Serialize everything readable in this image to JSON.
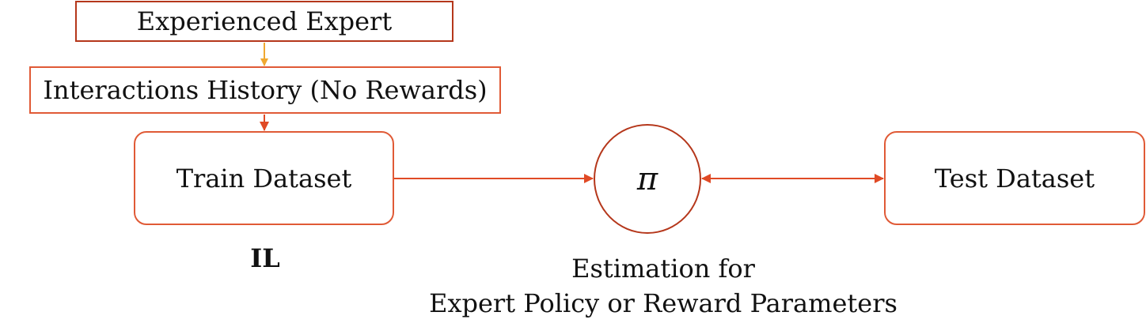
{
  "diagram": {
    "nodes": {
      "expert": "Experienced Expert",
      "history": "Interactions History (No Rewards)",
      "train": "Train Dataset",
      "policy": "π",
      "test": "Test Dataset"
    },
    "labels": {
      "il": "IL",
      "estimation_line1": "Estimation for",
      "estimation_line2": "Expert Policy or Reward Parameters"
    },
    "edges": [
      {
        "from": "expert",
        "to": "history",
        "direction": "forward"
      },
      {
        "from": "history",
        "to": "train",
        "direction": "forward"
      },
      {
        "from": "train",
        "to": "policy",
        "direction": "forward"
      },
      {
        "from": "policy",
        "to": "test",
        "direction": "bidirectional"
      }
    ],
    "colors": {
      "dark_border": "#b5371b",
      "light_border": "#e05a36",
      "arrow_orange": "#f0a830",
      "arrow_red": "#e04a25"
    }
  }
}
